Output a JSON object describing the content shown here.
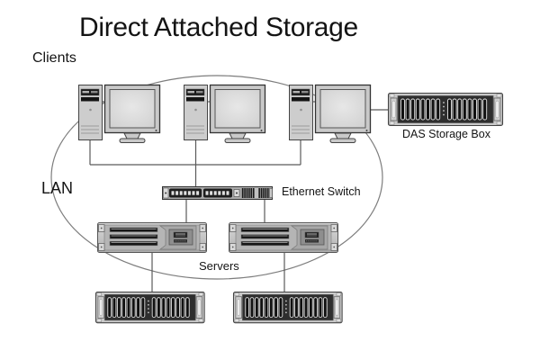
{
  "title": "Direct Attached Storage",
  "labels": {
    "clients": "Clients",
    "lan": "LAN",
    "ethernet_switch": "Ethernet Switch",
    "servers": "Servers",
    "das_storage_box": "DAS Storage Box"
  },
  "nodes": {
    "client_count": 3,
    "server_count": 2,
    "server_storage_count": 2,
    "switch_count": 1,
    "das_box_count": 1
  },
  "colors": {
    "background": "#ffffff",
    "text": "#141414",
    "connector": "#5a5a5a",
    "lan_ellipse": "#7d7d7d",
    "device_light": "#c9c9c9",
    "device_dark": "#1a1a1a"
  }
}
